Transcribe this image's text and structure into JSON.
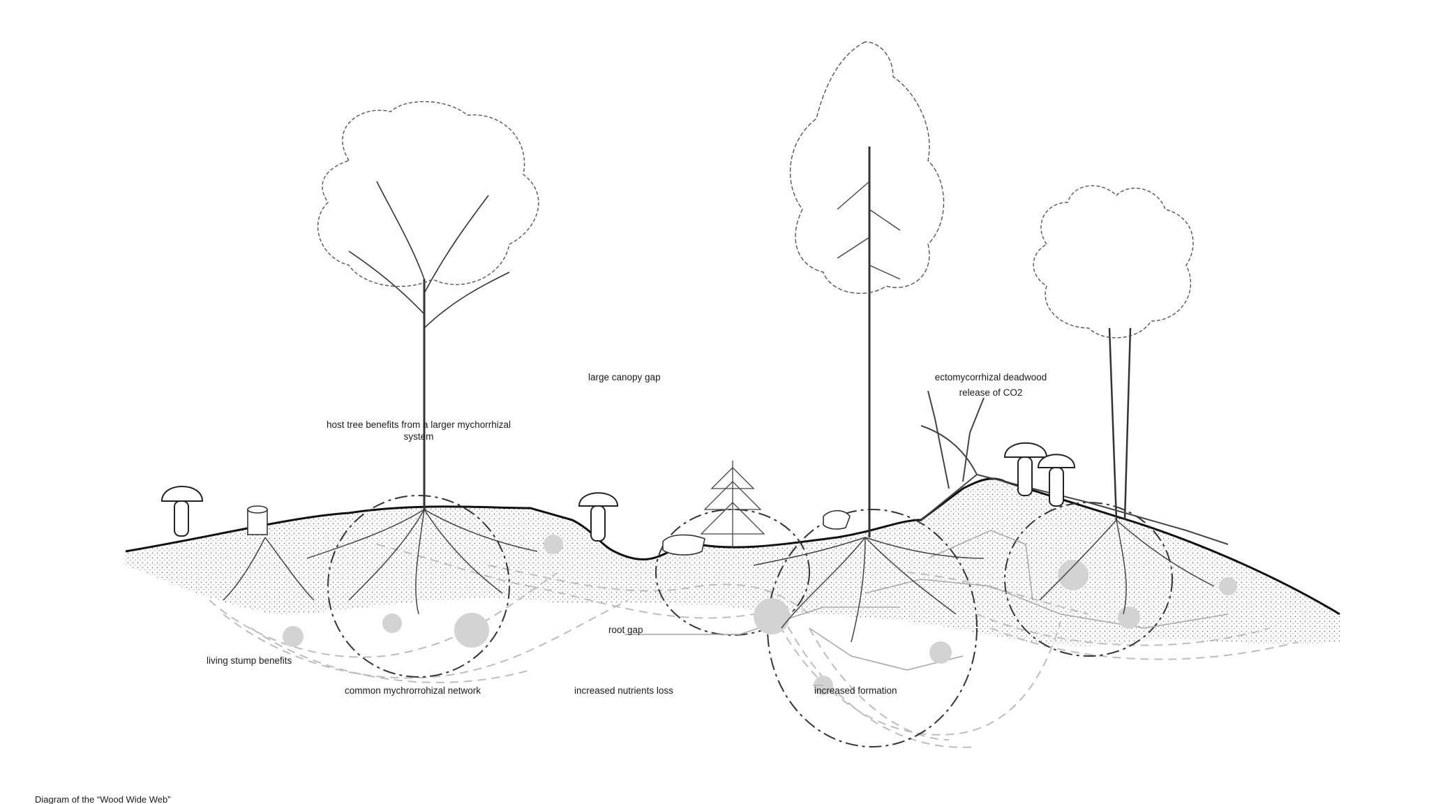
{
  "labels": {
    "canopy_gap": "large canopy gap",
    "deadwood": "ectomycorrhizal deadwood",
    "co2": "release of CO2",
    "host_tree_line1": "host tree benefits from a larger mychorrhizal",
    "host_tree_line2": "system",
    "root_gap": "root gap",
    "stump": "living stump benefits",
    "network": "common mychrorrohizal network",
    "nutrients": "increased nutrients loss",
    "formation": "increased formation"
  },
  "caption": "Diagram of the “Wood Wide Web”"
}
